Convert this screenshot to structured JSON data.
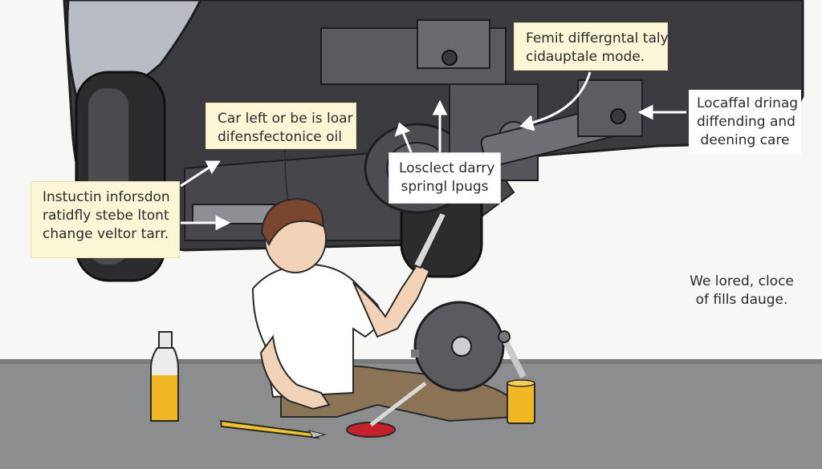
{
  "callouts": {
    "top_right": {
      "lines": [
        "Femit differgntal taly",
        "cidauptale mode."
      ]
    },
    "center_left": {
      "lines": [
        "Car left or be is loar",
        "difensfectonice oil"
      ]
    },
    "right_upper": {
      "lines": [
        "Locaffal drinag",
        "diffending and",
        "deening care"
      ]
    },
    "center": {
      "lines": [
        "Losclect darry",
        "springl lpugs"
      ]
    },
    "left": {
      "lines": [
        "Instuctin inforsdon",
        "ratidfly stebe ltont",
        "change veltor tarr."
      ]
    },
    "right_lower": {
      "lines": [
        "We lored, cloce",
        "of fills dauge."
      ]
    }
  },
  "colors": {
    "car_body": "#3b3b3f",
    "car_dark": "#2a2a2d",
    "floor": "#8c8d8f",
    "oil_yellow": "#f2b823",
    "callout_bg": "#fbf7d6",
    "tool_red": "#c8202a"
  }
}
